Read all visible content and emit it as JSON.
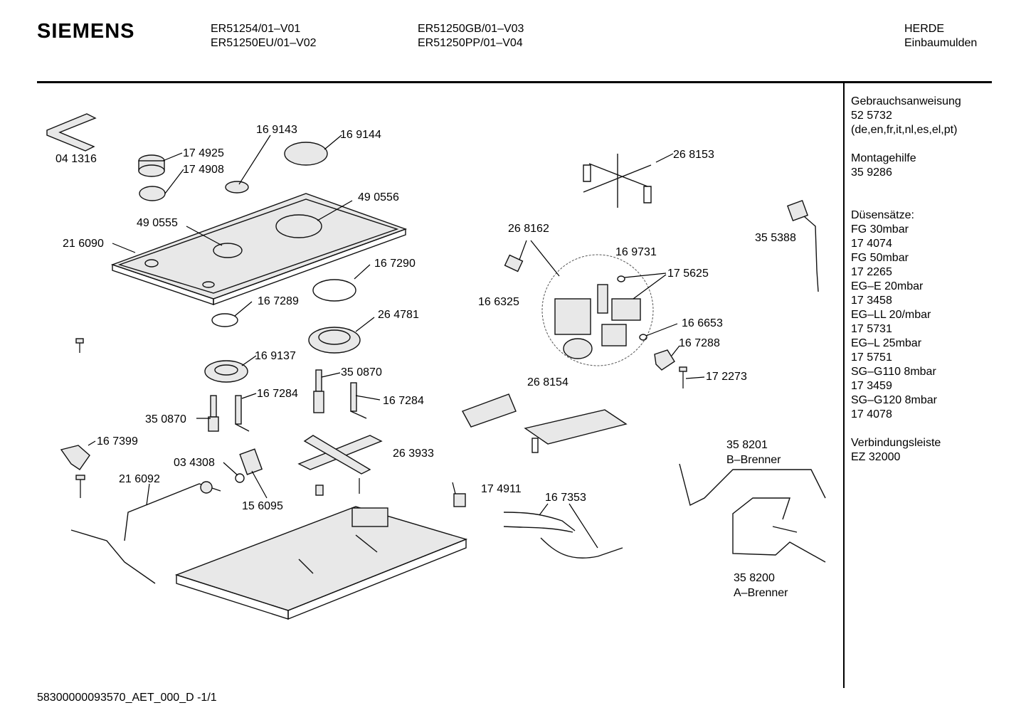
{
  "header": {
    "brand": "SIEMENS",
    "models_col1": [
      "ER51254/01–V01",
      "ER51250EU/01–V02"
    ],
    "models_col2": [
      "ER51250GB/01–V03",
      "ER51250PP/01–V04"
    ],
    "category": [
      "HERDE",
      "Einbaumulden"
    ]
  },
  "sidebar": {
    "groups": [
      [
        "Gebrauchsanweisung",
        "52 5732",
        "(de,en,fr,it,nl,es,el,pt)"
      ],
      [
        "Montagehilfe",
        "35 9286"
      ],
      [
        "Düsensätze:",
        "FG 30mbar",
        "17 4074",
        "FG 50mbar",
        "17 2265",
        "EG–E 20mbar",
        "17 3458",
        "EG–LL 20/mbar",
        "17 5731",
        "EG–L 25mbar",
        "17 5751",
        "SG–G110 8mbar",
        "17 3459",
        "SG–G120 8mbar",
        "17 4078"
      ],
      [
        "Verbindungsleiste",
        "EZ 32000"
      ]
    ]
  },
  "parts": {
    "p041316": "04 1316",
    "p169143": "16 9143",
    "p169144": "16 9144",
    "p174925": "17 4925",
    "p174908": "17 4908",
    "p490556": "49 0556",
    "p490555": "49 0555",
    "p216090": "21 6090",
    "p167290": "16 7290",
    "p167289": "16 7289",
    "p264781": "26 4781",
    "p169137": "16 9137",
    "p350870a": "35 0870",
    "p350870b": "35 0870",
    "p167284a": "16 7284",
    "p167284b": "16 7284",
    "p167399": "16 7399",
    "p034308": "03 4308",
    "p263933": "26 3933",
    "p216092": "21 6092",
    "p156095": "15 6095",
    "p268153": "26 8153",
    "p268162": "26 8162",
    "p355388": "35 5388",
    "p169731": "16 9731",
    "p175625": "17 5625",
    "p166325": "16 6325",
    "p166653": "16 6653",
    "p167288": "16 7288",
    "p172273": "17 2273",
    "p268154": "26 8154",
    "p174911": "17 4911",
    "p167353": "16 7353",
    "p358201": "35 8201",
    "p358201name": "B–Brenner",
    "p358200": "35 8200",
    "p358200name": "A–Brenner"
  },
  "footer": {
    "doc_id": "58300000093570_AET_000_D  -1/1"
  }
}
